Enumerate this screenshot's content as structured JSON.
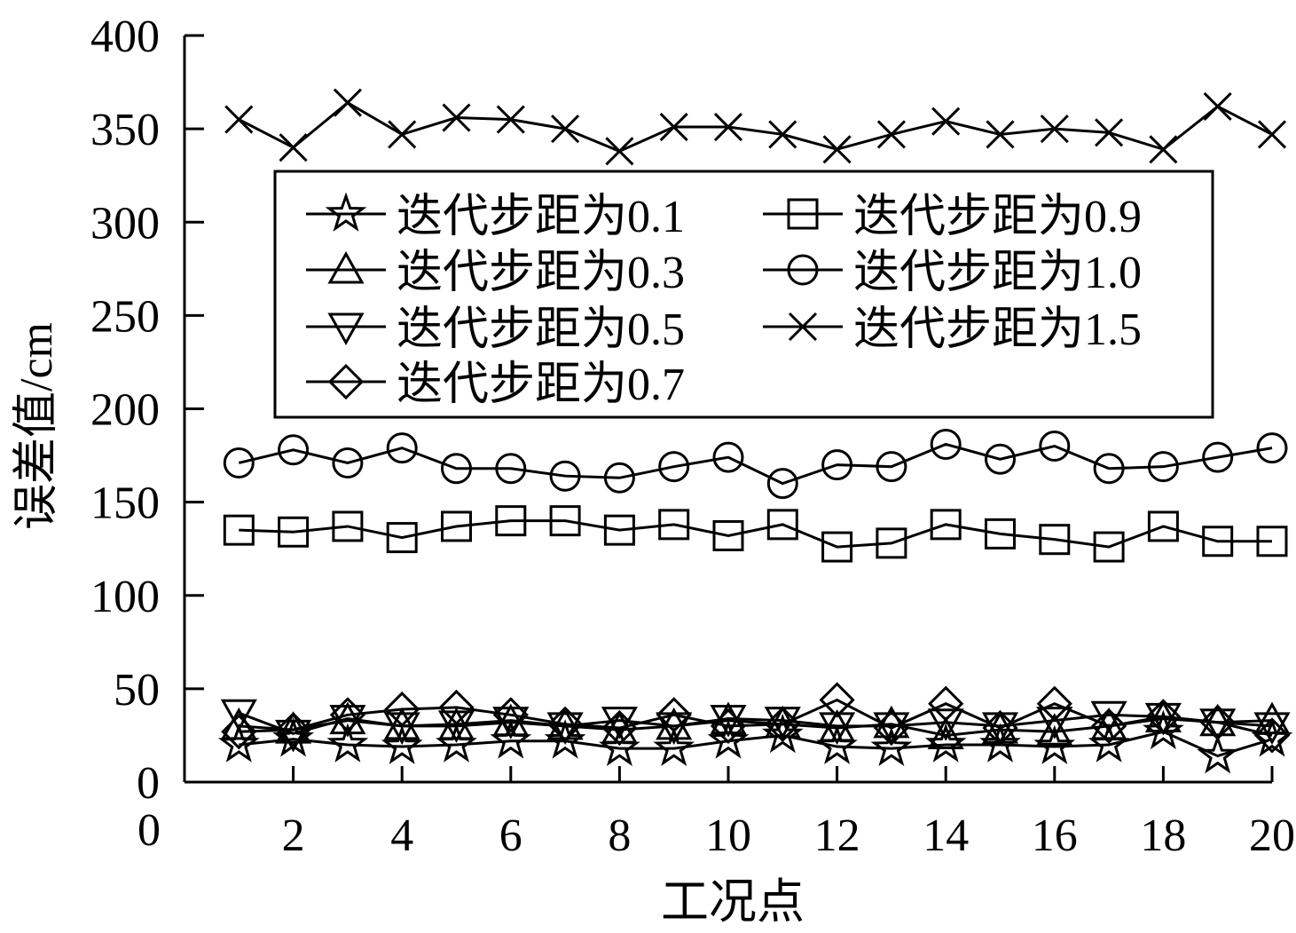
{
  "chart_data": {
    "type": "line",
    "title": "",
    "xlabel": "工况点",
    "ylabel": "误差值/cm",
    "xlim": [
      0,
      20
    ],
    "ylim": [
      0,
      400
    ],
    "xticks": [
      2,
      4,
      6,
      8,
      10,
      12,
      14,
      16,
      18,
      20
    ],
    "yticks": [
      0,
      50,
      100,
      150,
      200,
      250,
      300,
      350,
      400
    ],
    "grid": false,
    "legend_position": "upper-middle",
    "x": [
      1,
      2,
      3,
      4,
      5,
      6,
      7,
      8,
      9,
      10,
      11,
      12,
      13,
      14,
      15,
      16,
      17,
      18,
      19,
      20
    ],
    "series": [
      {
        "name": "迭代步距为0.1",
        "marker": "star",
        "values": [
          20,
          23,
          20,
          19,
          20,
          22,
          22,
          18,
          18,
          22,
          25,
          19,
          18,
          20,
          20,
          19,
          20,
          27,
          14,
          23
        ]
      },
      {
        "name": "迭代步距为0.3",
        "marker": "triangle-up",
        "values": [
          30,
          28,
          33,
          30,
          30,
          32,
          30,
          28,
          30,
          33,
          31,
          29,
          31,
          25,
          28,
          27,
          30,
          34,
          32,
          33
        ]
      },
      {
        "name": "迭代步距为0.5",
        "marker": "triangle-down",
        "values": [
          37,
          26,
          34,
          30,
          31,
          33,
          30,
          33,
          30,
          34,
          33,
          30,
          30,
          32,
          30,
          33,
          36,
          35,
          32,
          30
        ]
      },
      {
        "name": "迭代步距为0.7",
        "marker": "diamond",
        "values": [
          27,
          28,
          36,
          39,
          40,
          36,
          31,
          29,
          36,
          30,
          31,
          44,
          29,
          42,
          29,
          42,
          30,
          35,
          32,
          25
        ]
      },
      {
        "name": "迭代步距为0.9",
        "marker": "square",
        "values": [
          135,
          134,
          137,
          131,
          137,
          140,
          140,
          135,
          138,
          132,
          138,
          126,
          128,
          138,
          133,
          130,
          126,
          137,
          129,
          129
        ]
      },
      {
        "name": "迭代步距为1.0",
        "marker": "circle",
        "values": [
          171,
          178,
          171,
          179,
          168,
          168,
          164,
          163,
          169,
          174,
          160,
          170,
          169,
          181,
          173,
          180,
          168,
          169,
          174,
          179
        ]
      },
      {
        "name": "迭代步距为1.5",
        "marker": "x",
        "values": [
          355,
          340,
          364,
          347,
          356,
          355,
          350,
          338,
          351,
          351,
          347,
          339,
          347,
          354,
          347,
          350,
          348,
          339,
          362,
          347
        ]
      }
    ]
  }
}
